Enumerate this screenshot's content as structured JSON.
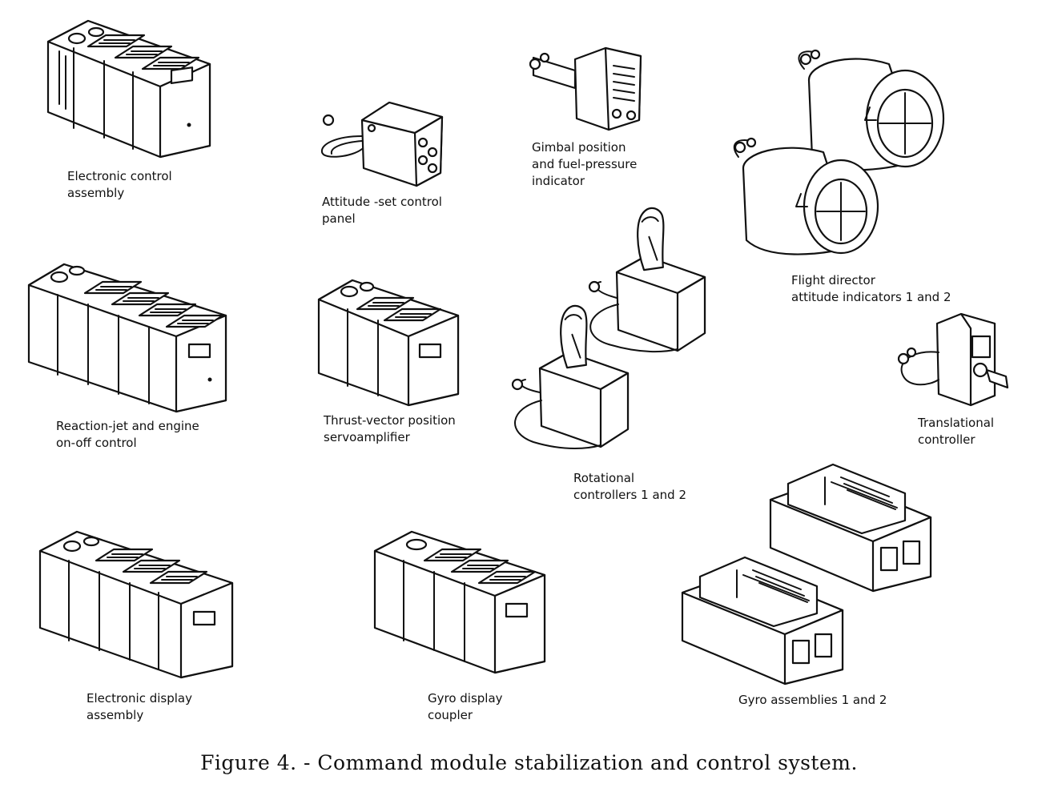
{
  "components": {
    "electronic_control_assembly": "Electronic control\nassembly",
    "attitude_set_control_panel": "Attitude -set control\npanel",
    "gimbal_position_indicator": "Gimbal position\nand fuel-pressure\nindicator",
    "flight_director_attitude_indicators": "Flight director\nattitude indicators 1 and 2",
    "reaction_jet_engine_control": "Reaction-jet and engine\non-off control",
    "thrust_vector_servoamplifier": "Thrust-vector position\nservoamplifier",
    "rotational_controllers": "Rotational\ncontrollers 1 and 2",
    "translational_controller": "Translational\ncontroller",
    "electronic_display_assembly": "Electronic display\nassembly",
    "gyro_display_coupler": "Gyro display\ncoupler",
    "gyro_assemblies": "Gyro assemblies 1 and 2"
  },
  "caption": "Figure 4. - Command module stabilization and control system."
}
